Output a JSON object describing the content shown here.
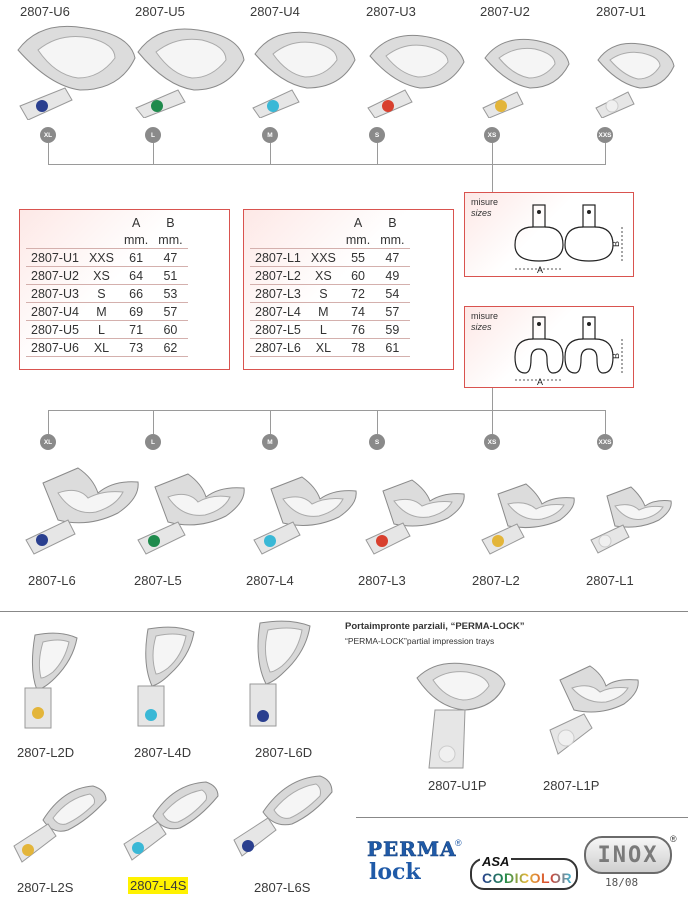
{
  "upper_trays": [
    {
      "code": "2807-U6",
      "size": "XL",
      "color": "#2a3f8f"
    },
    {
      "code": "2807-U5",
      "size": "L",
      "color": "#1f8a4c"
    },
    {
      "code": "2807-U4",
      "size": "M",
      "color": "#3ab8d6"
    },
    {
      "code": "2807-U3",
      "size": "S",
      "color": "#d8402e"
    },
    {
      "code": "2807-U2",
      "size": "XS",
      "color": "#e3b53a"
    },
    {
      "code": "2807-U1",
      "size": "XXS",
      "color": "#e8e8e8"
    }
  ],
  "lower_trays": [
    {
      "code": "2807-L6",
      "size": "XL",
      "color": "#2a3f8f"
    },
    {
      "code": "2807-L5",
      "size": "L",
      "color": "#1f8a4c"
    },
    {
      "code": "2807-L4",
      "size": "M",
      "color": "#3ab8d6"
    },
    {
      "code": "2807-L3",
      "size": "S",
      "color": "#d8402e"
    },
    {
      "code": "2807-L2",
      "size": "XS",
      "color": "#e3b53a"
    },
    {
      "code": "2807-L1",
      "size": "XXS",
      "color": "#e8e8e8"
    }
  ],
  "upper_table": {
    "header_a": "A",
    "header_b": "B",
    "unit_a": "mm.",
    "unit_b": "mm.",
    "rows": [
      {
        "code": "2807-U1",
        "size": "XXS",
        "a": "61",
        "b": "47"
      },
      {
        "code": "2807-U2",
        "size": "XS",
        "a": "64",
        "b": "51"
      },
      {
        "code": "2807-U3",
        "size": "S",
        "a": "66",
        "b": "53"
      },
      {
        "code": "2807-U4",
        "size": "M",
        "a": "69",
        "b": "57"
      },
      {
        "code": "2807-U5",
        "size": "L",
        "a": "71",
        "b": "60"
      },
      {
        "code": "2807-U6",
        "size": "XL",
        "a": "73",
        "b": "62"
      }
    ]
  },
  "lower_table": {
    "header_a": "A",
    "header_b": "B",
    "unit_a": "mm.",
    "unit_b": "mm.",
    "rows": [
      {
        "code": "2807-L1",
        "size": "XXS",
        "a": "55",
        "b": "47"
      },
      {
        "code": "2807-L2",
        "size": "XS",
        "a": "60",
        "b": "49"
      },
      {
        "code": "2807-L3",
        "size": "S",
        "a": "72",
        "b": "54"
      },
      {
        "code": "2807-L4",
        "size": "M",
        "a": "74",
        "b": "57"
      },
      {
        "code": "2807-L5",
        "size": "L",
        "a": "76",
        "b": "59"
      },
      {
        "code": "2807-L6",
        "size": "XL",
        "a": "78",
        "b": "61"
      }
    ]
  },
  "diagrams": {
    "upper": {
      "label_it": "misure",
      "label_en": "sizes",
      "dim_a": "A",
      "dim_b": "B"
    },
    "lower": {
      "label_it": "misure",
      "label_en": "sizes",
      "dim_a": "A",
      "dim_b": "B"
    }
  },
  "partial": {
    "title": "Portaimpronte parziali, “PERMA-LOCK”",
    "subtitle": "“PERMA-LOCK”partial impression trays",
    "trays_d": [
      {
        "code": "2807-L2D",
        "color": "#e3b53a"
      },
      {
        "code": "2807-L4D",
        "color": "#3ab8d6"
      },
      {
        "code": "2807-L6D",
        "color": "#2a3f8f"
      }
    ],
    "trays_s": [
      {
        "code": "2807-L2S",
        "color": "#e3b53a"
      },
      {
        "code": "2807-L4S",
        "color": "#3ab8d6"
      },
      {
        "code": "2807-L6S",
        "color": "#2a3f8f"
      }
    ],
    "trays_p": [
      {
        "code": "2807-U1P",
        "color": "#e8e8e8"
      },
      {
        "code": "2807-L1P",
        "color": "#e8e8e8"
      }
    ]
  },
  "logos": {
    "perma_top": "PERMA",
    "perma_bottom": "lock",
    "asa_top": "ASA",
    "asa_bottom": "CODICOLOR",
    "inox_top": "INOX",
    "inox_bottom": "18/08",
    "registered": "®"
  }
}
